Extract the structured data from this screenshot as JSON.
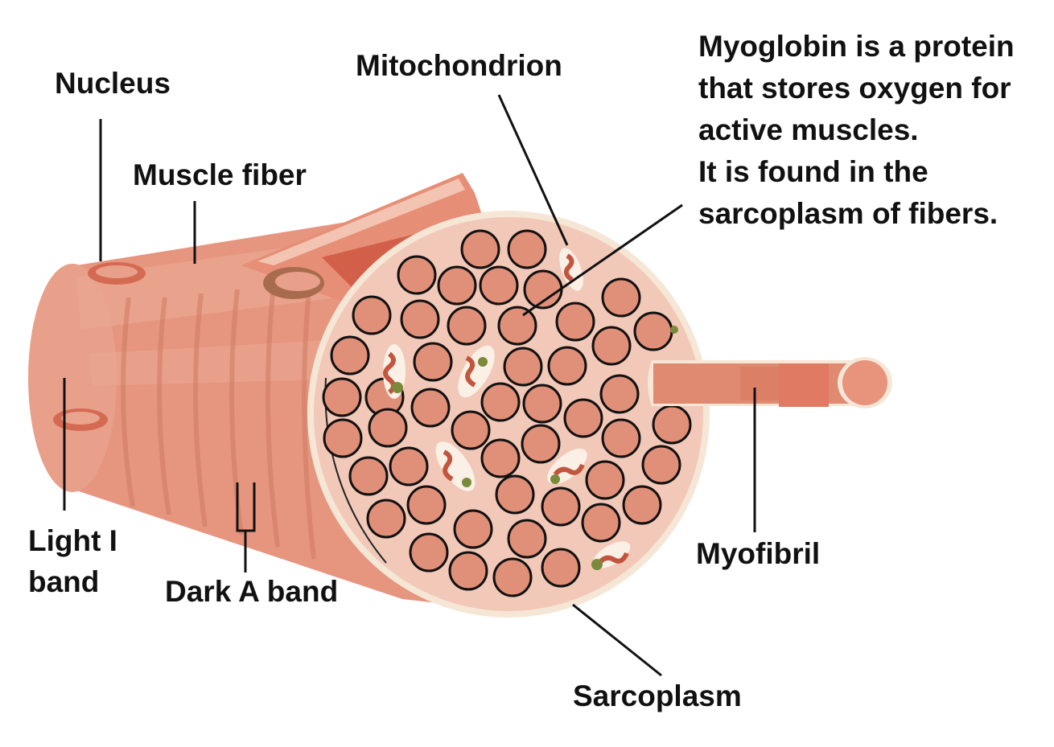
{
  "labels": {
    "nucleus": "Nucleus",
    "muscle_fiber": "Muscle fiber",
    "mitochondrion": "Mitochondrion",
    "light_band_line1": "Light I",
    "light_band_line2": "band",
    "dark_band": "Dark A band",
    "myofibril": "Myofibril",
    "sarcoplasm": "Sarcoplasm"
  },
  "note": {
    "lines": [
      "Myoglobin is a protein",
      "that stores oxygen for",
      "active muscles.",
      "It is found in the",
      "sarcoplasm of fibers."
    ]
  },
  "colors": {
    "fiber_body": "#e6957f",
    "fiber_dark": "#d97a62",
    "fiber_light": "#f0b8a4",
    "sarcoplasm": "#f2c9b8",
    "sarcolemma_rim": "#f6e6d6",
    "myofibril_fill": "#e08f78",
    "outline": "#111111",
    "mito_green": "#7a8a3a",
    "mito_red": "#c2553e",
    "nucleus": "#d46a52"
  }
}
